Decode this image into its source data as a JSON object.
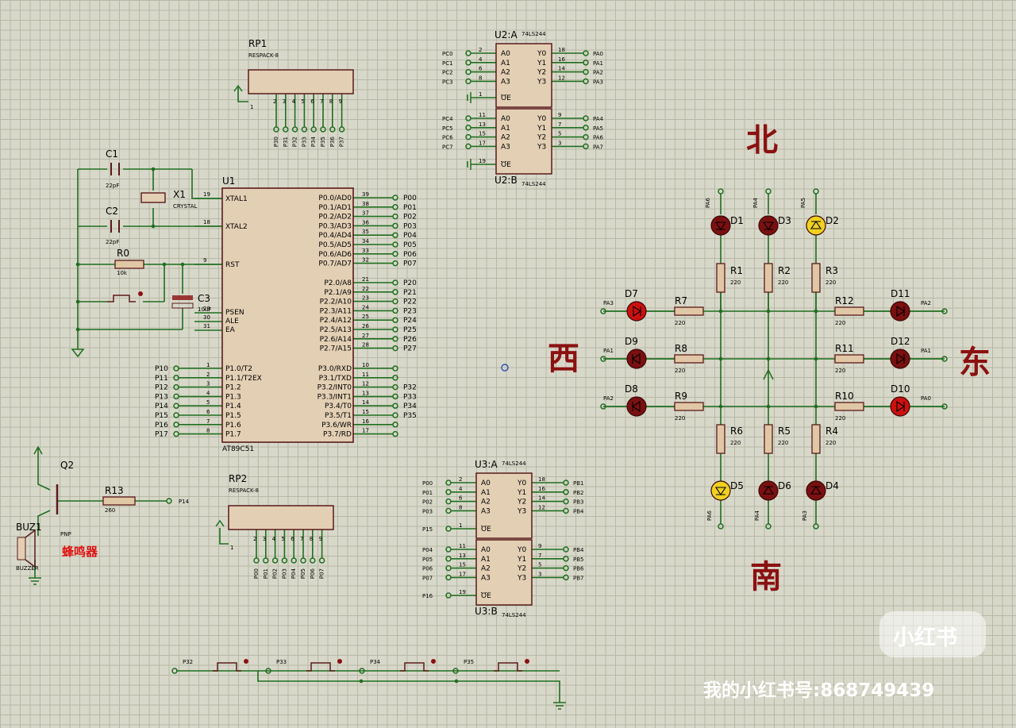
{
  "compass": {
    "north": "北",
    "south": "南",
    "west": "西",
    "east": "东"
  },
  "watermark": {
    "logo": "小红书",
    "id": "我的小红书号:868749439"
  },
  "mcu": {
    "ref": "U1",
    "part": "AT89C51",
    "xtal1": "XTAL1",
    "xtal2": "XTAL2",
    "rst": "RST",
    "psen": "PSEN",
    "ale": "ALE",
    "ea": "EA",
    "pin19": "19",
    "pin18": "18",
    "pin9": "9",
    "pin29": "29",
    "pin30": "30",
    "pin31": "31",
    "port0_pins": [
      "P0.0/AD0",
      "P0.1/AD1",
      "P0.2/AD2",
      "P0.3/AD3",
      "P0.4/AD4",
      "P0.5/AD5",
      "P0.6/AD6",
      "P0.7/AD7"
    ],
    "port0_nums": [
      "39",
      "38",
      "37",
      "36",
      "35",
      "34",
      "33",
      "32"
    ],
    "port0_nets": [
      "P00",
      "P01",
      "P02",
      "P03",
      "P04",
      "P05",
      "P06",
      "P07"
    ],
    "port2_pins": [
      "P2.0/A8",
      "P2.1/A9",
      "P2.2/A10",
      "P2.3/A11",
      "P2.4/A12",
      "P2.5/A13",
      "P2.6/A14",
      "P2.7/A15"
    ],
    "port2_nums": [
      "21",
      "22",
      "23",
      "24",
      "25",
      "26",
      "27",
      "28"
    ],
    "port2_nets": [
      "P20",
      "P21",
      "P22",
      "P23",
      "P24",
      "P25",
      "P26",
      "P27"
    ],
    "port1_pins": [
      "P1.0/T2",
      "P1.1/T2EX",
      "P1.2",
      "P1.3",
      "P1.4",
      "P1.5",
      "P1.6",
      "P1.7"
    ],
    "port1_nums": [
      "1",
      "2",
      "3",
      "4",
      "5",
      "6",
      "7",
      "8"
    ],
    "port1_nets": [
      "P10",
      "P11",
      "P12",
      "P13",
      "P14",
      "P15",
      "P16",
      "P17"
    ],
    "port3_pins": [
      "P3.0/RXD",
      "P3.1/TXD",
      "P3.2/INT0",
      "P3.3/INT1",
      "P3.4/T0",
      "P3.5/T1",
      "P3.6/WR",
      "P3.7/RD"
    ],
    "port3_nums": [
      "10",
      "11",
      "12",
      "13",
      "14",
      "15",
      "16",
      "17"
    ],
    "port3_nets": [
      "",
      "",
      "P32",
      "P33",
      "P34",
      "P35",
      "",
      ""
    ]
  },
  "crystal": {
    "ref": "X1",
    "part": "CRYSTAL"
  },
  "caps": {
    "c1": "C1",
    "c1v": "22pF",
    "c2": "C2",
    "c2v": "22pF",
    "c3": "C3",
    "c3v": "10uF"
  },
  "r0": {
    "ref": "R0",
    "value": "10k"
  },
  "rp1": {
    "ref": "RP1",
    "part": "RESPACK-8",
    "pins": [
      "2",
      "3",
      "4",
      "5",
      "6",
      "7",
      "8",
      "9"
    ],
    "nets": [
      "P30",
      "P31",
      "P32",
      "P33",
      "P34",
      "P35",
      "P36",
      "P37"
    ],
    "pin1": "1"
  },
  "rp2": {
    "ref": "RP2",
    "part": "RESPACK-8",
    "pins": [
      "2",
      "3",
      "4",
      "5",
      "6",
      "7",
      "8",
      "9"
    ],
    "nets": [
      "P00",
      "P01",
      "P02",
      "P03",
      "P04",
      "P05",
      "P06",
      "P07"
    ],
    "pin1": "1"
  },
  "u2a": {
    "ref": "U2:A",
    "part": "74LS244",
    "inputs": [
      "A0",
      "A1",
      "A2",
      "A3"
    ],
    "outputs": [
      "Y0",
      "Y1",
      "Y2",
      "Y3"
    ],
    "in_nums": [
      "2",
      "4",
      "6",
      "8"
    ],
    "out_nums": [
      "18",
      "16",
      "14",
      "12"
    ],
    "in_nets": [
      "PC0",
      "PC1",
      "PC2",
      "PC3"
    ],
    "out_nets": [
      "PA0",
      "PA1",
      "PA2",
      "PA3"
    ],
    "oe": "OE",
    "oe_num": "1"
  },
  "u2b": {
    "ref": "U2:B",
    "part": "74LS244",
    "inputs": [
      "A0",
      "A1",
      "A2",
      "A3"
    ],
    "outputs": [
      "Y0",
      "Y1",
      "Y2",
      "Y3"
    ],
    "in_nums": [
      "11",
      "13",
      "15",
      "17"
    ],
    "out_nums": [
      "9",
      "7",
      "5",
      "3"
    ],
    "in_nets": [
      "PC4",
      "PC5",
      "PC6",
      "PC7"
    ],
    "out_nets": [
      "PA4",
      "PA5",
      "PA6",
      "PA7"
    ],
    "oe": "OE",
    "oe_num": "19"
  },
  "u3a": {
    "ref": "U3:A",
    "part": "74LS244",
    "inputs": [
      "A0",
      "A1",
      "A2",
      "A3"
    ],
    "outputs": [
      "Y0",
      "Y1",
      "Y2",
      "Y3"
    ],
    "in_nums": [
      "2",
      "4",
      "6",
      "8"
    ],
    "out_nums": [
      "18",
      "16",
      "14",
      "12"
    ],
    "in_nets": [
      "P00",
      "P01",
      "P02",
      "P03"
    ],
    "out_nets": [
      "PB1",
      "PB2",
      "PB3",
      "PB4"
    ],
    "oe": "OE",
    "oe_num": "1",
    "oe_net": "P15"
  },
  "u3b": {
    "ref": "U3:B",
    "part": "74LS244",
    "inputs": [
      "A0",
      "A1",
      "A2",
      "A3"
    ],
    "outputs": [
      "Y0",
      "Y1",
      "Y2",
      "Y3"
    ],
    "in_nums": [
      "11",
      "13",
      "15",
      "17"
    ],
    "out_nums": [
      "9",
      "7",
      "5",
      "3"
    ],
    "in_nets": [
      "P04",
      "P05",
      "P06",
      "P07"
    ],
    "out_nets": [
      "PB4",
      "PB5",
      "PB6",
      "PB7"
    ],
    "oe": "OE",
    "oe_num": "19",
    "oe_net": "P16"
  },
  "buzzer": {
    "q": "Q2",
    "q_part": "PNP",
    "r": "R13",
    "r_value": "260",
    "r_net": "P14",
    "bz": "BUZ1",
    "bz_part": "BUZZER",
    "label": "蜂鸣器"
  },
  "buttons": [
    "P32",
    "P33",
    "P34",
    "P35"
  ],
  "leds": {
    "north": [
      {
        "ref": "D1",
        "net": "PA6",
        "color": "#7a1010"
      },
      {
        "ref": "D3",
        "net": "PA4",
        "color": "#7a1010"
      },
      {
        "ref": "D2",
        "net": "PA5",
        "color": "#f0d020"
      }
    ],
    "north_res": [
      {
        "ref": "R1",
        "v": "220"
      },
      {
        "ref": "R2",
        "v": "220"
      },
      {
        "ref": "R3",
        "v": "220"
      }
    ],
    "west": [
      {
        "ref": "D7",
        "net": "PA3",
        "color": "#cc1010"
      },
      {
        "ref": "D9",
        "net": "PA1",
        "color": "#7a1010"
      },
      {
        "ref": "D8",
        "net": "PA2",
        "color": "#7a1010"
      }
    ],
    "west_res": [
      {
        "ref": "R7",
        "v": "220"
      },
      {
        "ref": "R8",
        "v": "220"
      },
      {
        "ref": "R9",
        "v": "220"
      }
    ],
    "east": [
      {
        "ref": "D11",
        "net": "PA2",
        "color": "#7a1010"
      },
      {
        "ref": "D12",
        "net": "PA1",
        "color": "#7a1010"
      },
      {
        "ref": "D10",
        "net": "PA0",
        "color": "#cc1010"
      }
    ],
    "east_res": [
      {
        "ref": "R12",
        "v": "220"
      },
      {
        "ref": "R11",
        "v": "220"
      },
      {
        "ref": "R10",
        "v": "220"
      }
    ],
    "south": [
      {
        "ref": "D5",
        "net": "PA6",
        "color": "#f0d020"
      },
      {
        "ref": "D6",
        "net": "PA4",
        "color": "#7a1010"
      },
      {
        "ref": "D4",
        "net": "PA3",
        "color": "#7a1010"
      }
    ],
    "south_res": [
      {
        "ref": "R6",
        "v": "220"
      },
      {
        "ref": "R5",
        "v": "220"
      },
      {
        "ref": "R4",
        "v": "220"
      }
    ]
  }
}
